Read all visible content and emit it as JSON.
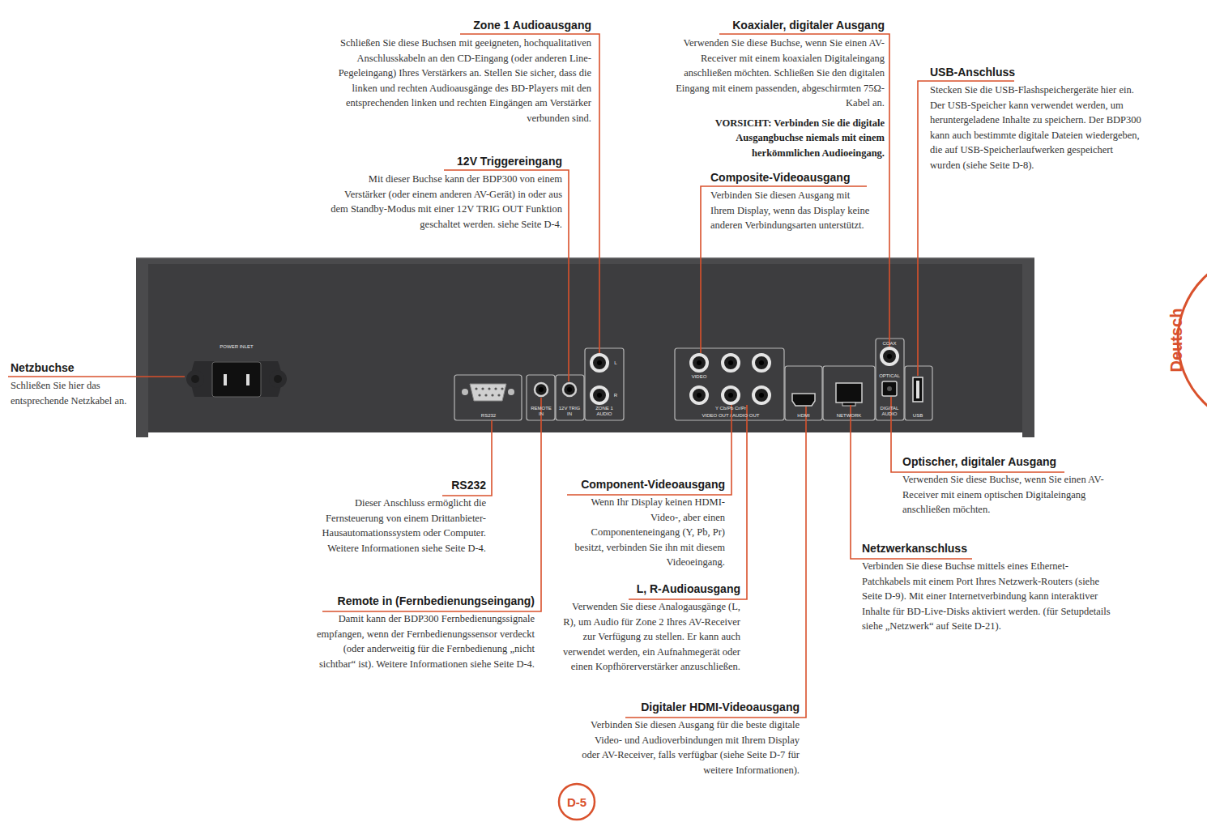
{
  "diagram": {
    "nodes": [
      {
        "text": [
          "Zone 1 Audioausgang",
          "Schließen Sie diese Buchsen mit geeigneten, hochqualitativen Anschlusskabeln an den CD-Eingang (oder anderen Line-Pegeleingang) Ihres Verstärkers an. Stellen Sie sicher, dass die linken und rechten Audioausgänge des BD-Players mit den entsprechenden linken und rechten Eingängen am Verstärker verbunden sind."
        ]
      },
      {
        "text": [
          "12V Triggereingang",
          "Mit dieser Buchse kann der BDP300 von einem Verstärker (oder einem anderen AV-Gerät) in oder aus dem Standby-Modus mit einer 12V TRIG OUT Funktion geschaltet werden. siehe Seite D-4."
        ]
      },
      {
        "text": [
          "Koaxialer, digitaler Ausgang",
          "Verwenden Sie diese Buchse, wenn Sie einen AV-Receiver mit einem koaxialen Digitaleingang anschließen möchten. Schließen Sie den digitalen Eingang mit einem passenden, abgeschirmten 75Ω-Kabel an.",
          "VORSICHT: Verbinden Sie die digitale Ausgangbuchse niemals mit einem herkömmlichen Audioeingang."
        ]
      },
      {
        "text": [
          "Composite-Videoausgang",
          "Verbinden Sie diesen Ausgang mit Ihrem Display, wenn das Display keine anderen Verbindungsarten unterstützt."
        ]
      },
      {
        "text": [
          "USB-Anschluss",
          "Stecken Sie die USB-Flashspeichergeräte hier ein. Der USB-Speicher kann verwendet werden, um heruntergeladene Inhalte zu speichern. Der BDP300 kann auch bestimmte digitale Dateien wiedergeben, die auf USB-Speicherlaufwerken gespeichert wurden (siehe Seite D-8)."
        ]
      },
      {
        "text": [
          "Netzbuchse",
          "Schließen Sie hier das entsprechende Netzkabel an."
        ]
      },
      {
        "text": [
          "RS232",
          "Dieser Anschluss ermöglicht die Fernsteuerung von einem Drittanbieter-Hausautomationssystem oder Computer. Weitere Informationen siehe Seite D-4."
        ]
      },
      {
        "text": [
          "Component-Videoausgang",
          "Wenn Ihr Display keinen HDMI-Video-, aber einen Componenteneingang (Y, Pb, Pr) besitzt, verbinden Sie ihn mit diesem Videoeingang."
        ]
      },
      {
        "text": [
          "Optischer, digitaler Ausgang",
          "Verwenden Sie diese Buchse, wenn Sie einen AV-Receiver mit einem optischen Digitaleingang anschließen möchten."
        ]
      },
      {
        "text": [
          "Netzwerkanschluss",
          "Verbinden Sie diese Buchse mittels eines Ethernet-Patchkabels mit einem Port Ihres Netzwerk-Routers (siehe Seite D-9). Mit einer Internetverbindung kann interaktiver Inhalte für BD-Live-Disks aktiviert werden. (für Setupdetails siehe „Netzwerk“ auf Seite D-21)."
        ]
      },
      {
        "text": [
          "Remote in (Fernbedienungseingang)",
          "Damit kann der BDP300 Fernbedienungssignale empfangen, wenn der Fernbedienungssensor verdeckt (oder anderweitig für die Fernbedienung „nicht sichtbar“ ist). Weitere Informationen siehe Seite D-4."
        ]
      },
      {
        "text": [
          "L, R-Audioausgang",
          "Verwenden Sie diese Analogausgänge (L, R), um Audio für Zone 2 Ihres AV-Receiver zur Verfügung zu stellen. Er kann auch verwendet werden, ein Aufnahmegerät oder einen Kopfhörerverstärker anzuschließen."
        ]
      },
      {
        "text": [
          "Digitaler HDMI-Videoausgang",
          "Verbinden Sie diesen Ausgang für die beste digitale Video- und Audioverbindungen mit Ihrem Display oder AV-Receiver, falls verfügbar (siehe Seite D-7 für weitere Informationen)."
        ]
      }
    ],
    "labels": [
      "POWER INLET",
      "RS232",
      "REMOTE IN",
      "12V TRIG IN",
      "L",
      "R",
      "ZONE 1 AUDIO",
      "VIDEO",
      "Y Cb/Pb Cr/Pr",
      "VIDEO OUT / AUDIO OUT",
      "HDMI",
      "NETWORK",
      "COAX",
      "OPTICAL",
      "DIGITAL AUDIO",
      "USB",
      "Deutsch",
      "D-5"
    ]
  }
}
